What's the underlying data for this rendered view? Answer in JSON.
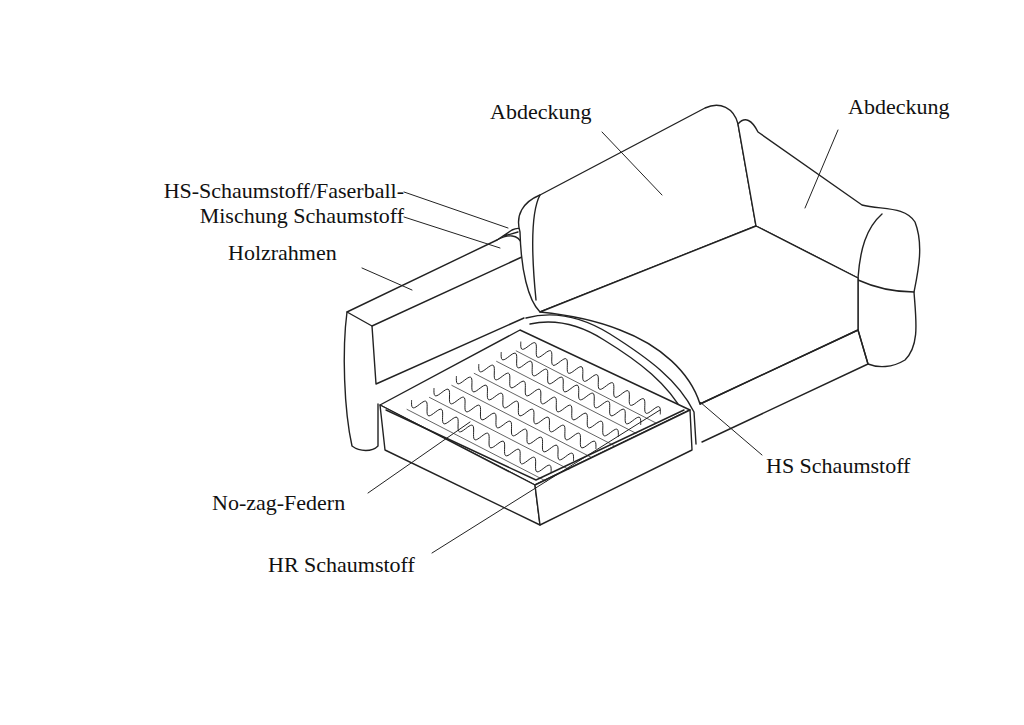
{
  "diagram": {
    "labels": [
      "Abdeckung",
      "Abdeckung",
      "HS-Schaumstoff/Faserball- Mischung Schaumstoff",
      "Holzrahmen",
      "HS Schaumstoff",
      "No-zag-Federn",
      "HR Schaumstoff"
    ]
  }
}
